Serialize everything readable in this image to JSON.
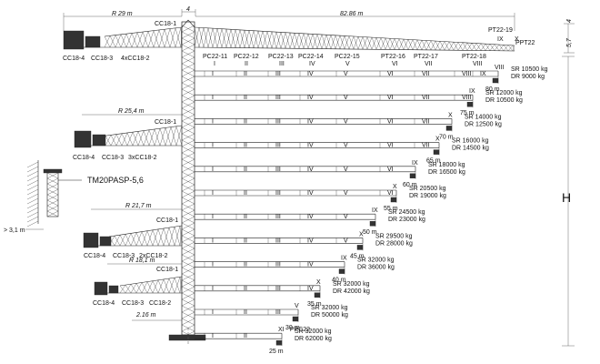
{
  "dimensions": {
    "r29": "R 29 m",
    "r254": "R 25,4 m",
    "r217": "R 21,7 m",
    "r181": "R 18,1 m",
    "d216": "2.16 m",
    "d4": "4",
    "d8286": "82.86 m",
    "d57": "5,7",
    "d4b": "4",
    "gt31": "> 3,1 m",
    "H": "H"
  },
  "labels": {
    "cc18_1": "CC18-1",
    "cc18_4": "CC18-4",
    "cc18_3": "CC18-3",
    "cc18_2": "CC18-2",
    "x4cc18_2": "4xCC18-2",
    "x3cc18_2": "3xCC18-2",
    "x2cc18_2": "2xCC18-2",
    "tm": "TM20PASP-5,6",
    "ppt22": "PPT22",
    "pt22_19": "PT22-19",
    "xi_ppc22": "XI - PPC22"
  },
  "section_headers": [
    "PC22-11",
    "PC22-12",
    "PC22-13",
    "PC22-14",
    "PC22-15",
    "PT22-16",
    "PT22-17",
    "PT22-18"
  ],
  "jib_configs": [
    {
      "length": "80 m",
      "sr": "SR 10500 kg",
      "dr": "DR 9000 kg",
      "end_section": "VIII"
    },
    {
      "length": "75 m",
      "sr": "SR 12000 kg",
      "dr": "DR 10500 kg",
      "end_section": "IX"
    },
    {
      "length": "70 m",
      "sr": "SR 14000 kg",
      "dr": "DR 12500 kg",
      "end_section": "X"
    },
    {
      "length": "65 m",
      "sr": "SR 16000 kg",
      "dr": "DR 14500 kg",
      "end_section": "X"
    },
    {
      "length": "60 m",
      "sr": "SR 18000 kg",
      "dr": "DR 16500 kg",
      "end_section": "IX"
    },
    {
      "length": "55 m",
      "sr": "SR 20500 kg",
      "dr": "DR 19000 kg",
      "end_section": "X"
    },
    {
      "length": "50 m",
      "sr": "SR 24500 kg",
      "dr": "DR 23000 kg",
      "end_section": "IX"
    },
    {
      "length": "45 m",
      "sr": "SR 29500 kg",
      "dr": "DR 28000 kg",
      "end_section": "X"
    },
    {
      "length": "40 m",
      "sr": "SR 32000 kg",
      "dr": "DR 36000 kg",
      "end_section": "IX"
    },
    {
      "length": "35 m",
      "sr": "SR 32000 kg",
      "dr": "DR 42000 kg",
      "end_section": "X"
    },
    {
      "length": "30 m",
      "sr": "SR 32000 kg",
      "dr": "DR 50000 kg",
      "end_section": "V"
    },
    {
      "length": "25 m",
      "sr": "SR 32000 kg",
      "dr": "DR 62000 kg",
      "end_section": "XI - PPC22"
    }
  ],
  "top_row_sections": [
    "I",
    "II",
    "III",
    "IV",
    "V",
    "VI",
    "VII",
    "VIII",
    "IX",
    "X"
  ],
  "roman": [
    "I",
    "II",
    "III",
    "IV",
    "V",
    "VI",
    "VII",
    "VIII",
    "IX",
    "X"
  ]
}
